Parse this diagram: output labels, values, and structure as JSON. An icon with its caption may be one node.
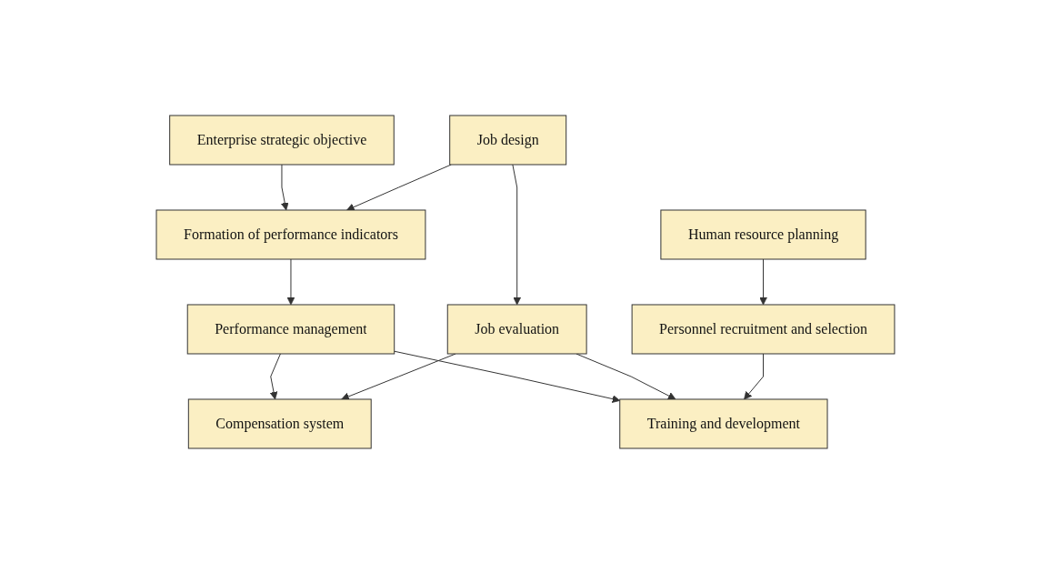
{
  "diagram": {
    "nodes": [
      {
        "text": [
          "Enterprise strategic objective"
        ]
      },
      {
        "text": [
          "Human resource planning"
        ]
      },
      {
        "text": [
          "Job design"
        ]
      },
      {
        "text": [
          "Formation of performance indicators"
        ]
      },
      {
        "text": [
          "Personnel recruitment and selection"
        ]
      },
      {
        "text": [
          "Performance management"
        ]
      },
      {
        "text": [
          "Job evaluation"
        ]
      },
      {
        "text": [
          "Compensation system"
        ]
      },
      {
        "text": [
          "Training and development"
        ]
      }
    ],
    "edges": [
      {
        "from": 0,
        "to": 3,
        "arrow": "to"
      },
      {
        "from": 1,
        "to": 4,
        "arrow": "to"
      },
      {
        "from": 2,
        "to": 3,
        "arrow": "to"
      },
      {
        "from": 2,
        "to": 6,
        "arrow": "to"
      },
      {
        "from": 3,
        "to": 5,
        "arrow": "to"
      },
      {
        "from": 5,
        "to": 7,
        "arrow": "to"
      },
      {
        "from": 5,
        "to": 8,
        "arrow": "to"
      },
      {
        "from": 6,
        "to": 7,
        "arrow": "to"
      },
      {
        "from": 6,
        "to": 8,
        "arrow": "to"
      },
      {
        "from": 4,
        "to": 8,
        "arrow": "to"
      }
    ]
  }
}
